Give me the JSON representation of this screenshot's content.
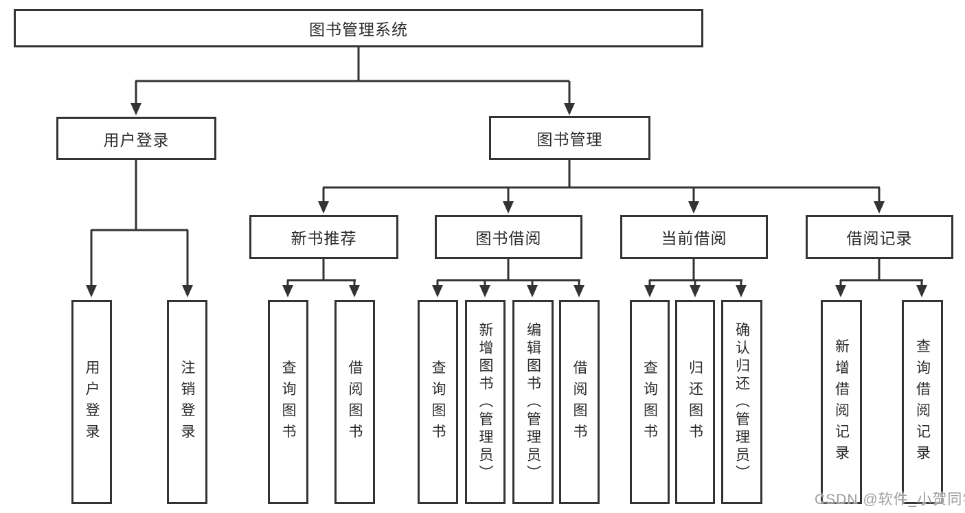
{
  "diagram": {
    "root": {
      "label": "图书管理系统"
    },
    "level2": {
      "user_login": {
        "label": "用户登录"
      },
      "book_mgmt": {
        "label": "图书管理"
      }
    },
    "level3": {
      "new_books": {
        "label": "新书推荐"
      },
      "book_borrow": {
        "label": "图书借阅"
      },
      "current_borrow": {
        "label": "当前借阅"
      },
      "borrow_records": {
        "label": "借阅记录"
      }
    },
    "leaves": {
      "login": [
        "用户登录",
        "注销登录"
      ],
      "new_books": [
        "查询图书",
        "借阅图书"
      ],
      "book_borrow": [
        "查询图书",
        "新增图书（管理员）",
        "编辑图书（管理员）",
        "借阅图书"
      ],
      "current_borrow": [
        "查询图书",
        "归还图书",
        "确认归还（管理员）"
      ],
      "borrow_records": [
        "新增借阅记录",
        "查询借阅记录"
      ]
    }
  },
  "watermark": {
    "text": "CSDN @软件_小贺同学"
  },
  "colors": {
    "line": "#333333",
    "text": "#2b2b2b",
    "background": "#ffffff",
    "watermark": "#9e9e9e"
  }
}
